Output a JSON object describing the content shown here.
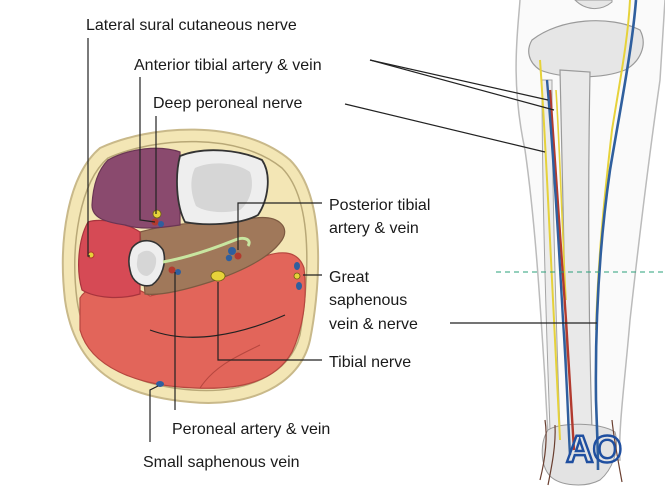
{
  "labels": {
    "lateral_sural": "Lateral sural cutaneous nerve",
    "anterior_tibial": "Anterior tibial artery & vein",
    "deep_peroneal": "Deep peroneal nerve",
    "posterior_tibial_1": "Posterior tibial",
    "posterior_tibial_2": "artery & vein",
    "great_saphenous_1": "Great",
    "great_saphenous_2": "saphenous",
    "great_saphenous_3": "vein & nerve",
    "tibial_nerve": "Tibial nerve",
    "peroneal": "Peroneal artery & vein",
    "small_saphenous": "Small saphenous vein"
  },
  "logo": "AO",
  "colors": {
    "skin": "#f3e6b5",
    "skin_outline": "#c9b98a",
    "anterior_compartment": "#8a4a6e",
    "lateral_compartment": "#d64a55",
    "deep_posterior": "#a0785a",
    "superficial_posterior": "#e2655a",
    "bone": "#e9e9e9",
    "artery": "#b23a2e",
    "vein": "#2f5f9e",
    "nerve": "#e6d23a",
    "logo": "#1f4fa0"
  }
}
